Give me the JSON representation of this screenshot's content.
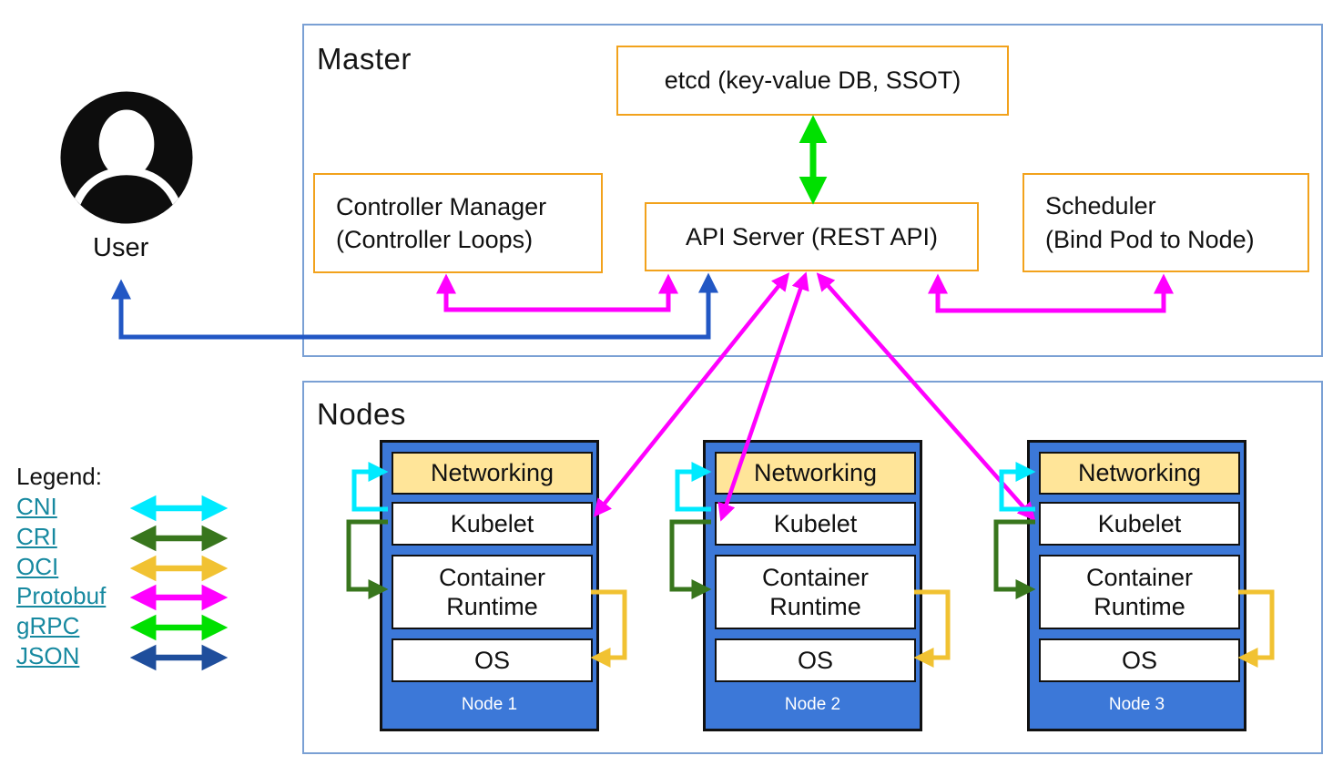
{
  "master": {
    "title": "Master",
    "etcd_label": "etcd (key-value DB, SSOT)",
    "controller_manager": {
      "line1": "Controller Manager",
      "line2": "(Controller Loops)"
    },
    "api_server_label": "API Server (REST API)",
    "scheduler": {
      "line1": "Scheduler",
      "line2": "(Bind Pod to Node)"
    }
  },
  "user": {
    "label": "User"
  },
  "nodes_section": {
    "title": "Nodes",
    "nodes": [
      {
        "label": "Node 1",
        "layers": [
          "Networking",
          "Kubelet",
          "Container Runtime",
          "OS"
        ]
      },
      {
        "label": "Node 2",
        "layers": [
          "Networking",
          "Kubelet",
          "Container Runtime",
          "OS"
        ]
      },
      {
        "label": "Node 3",
        "layers": [
          "Networking",
          "Kubelet",
          "Container Runtime",
          "OS"
        ]
      }
    ]
  },
  "legend": {
    "title": "Legend:",
    "items": [
      {
        "label": "CNI",
        "color": "#00eaff"
      },
      {
        "label": "CRI",
        "color": "#38761d"
      },
      {
        "label": "OCI",
        "color": "#f1c232"
      },
      {
        "label": "Protobuf",
        "color": "#ff00ff"
      },
      {
        "label": "gRPC",
        "color": "#00e000"
      },
      {
        "label": "JSON",
        "color": "#1f4e9c"
      }
    ]
  },
  "colors": {
    "orange_box_border": "#f2a21c",
    "section_border": "#7aa0d4",
    "node_fill": "#3c78d8",
    "networking_fill": "#ffe599",
    "user_api_arrow": "#2257c4",
    "legend_link": "#1789a0"
  }
}
